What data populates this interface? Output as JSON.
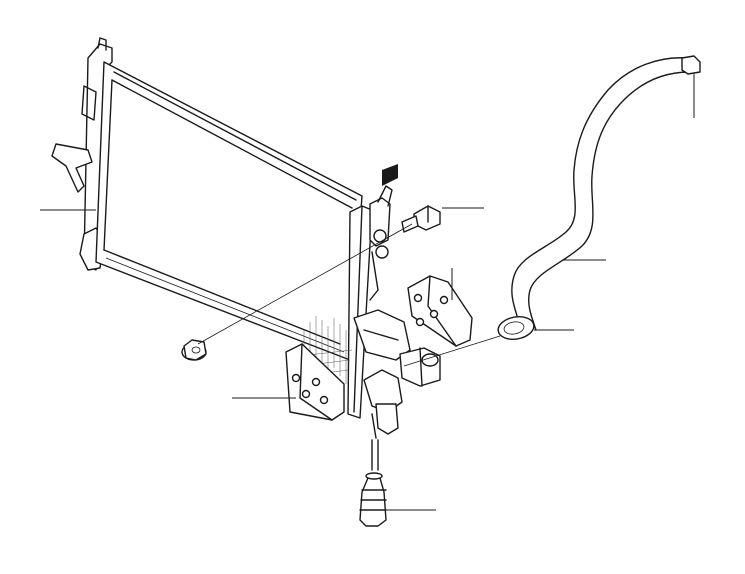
{
  "diagram": {
    "background": "#ffffff",
    "line_color": "#1a1a1a",
    "parts": [
      "radiator",
      "lower-radiator-hose",
      "mounting-bolt",
      "flange-nut",
      "right-bracket",
      "lower-bracket",
      "drain-plug-fitting"
    ],
    "callout_labels": []
  }
}
